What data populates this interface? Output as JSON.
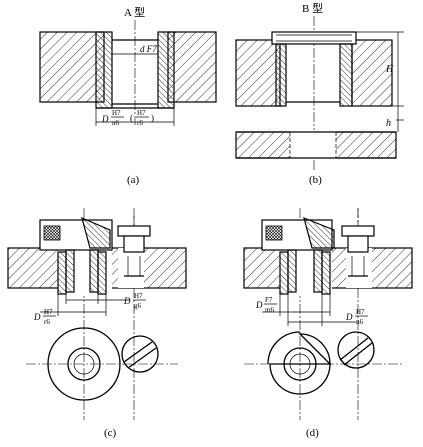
{
  "figures": {
    "a": {
      "type_label": "A 型",
      "bore_label": "d F7",
      "outer_label_D": "D",
      "outer_fit_num": "H7",
      "outer_fit_den": "n6",
      "outer_alt_num": "H7",
      "outer_alt_den": "r6",
      "caption": "(a)"
    },
    "b": {
      "type_label": "B 型",
      "height_label": "H",
      "gap_label": "h",
      "caption": "(b)"
    },
    "c": {
      "left_label_D": "D",
      "left_fit_num": "H7",
      "left_fit_den": "r6",
      "right_label_D": "D",
      "right_fit_num": "H7",
      "right_fit_den": "g6",
      "caption": "(c)"
    },
    "d": {
      "left_label_D": "D",
      "left_fit_num": "F7",
      "left_fit_den": "m6",
      "right_label_D": "D",
      "right_fit_num": "H7",
      "right_fit_den": "n6",
      "caption": "(d)"
    }
  }
}
